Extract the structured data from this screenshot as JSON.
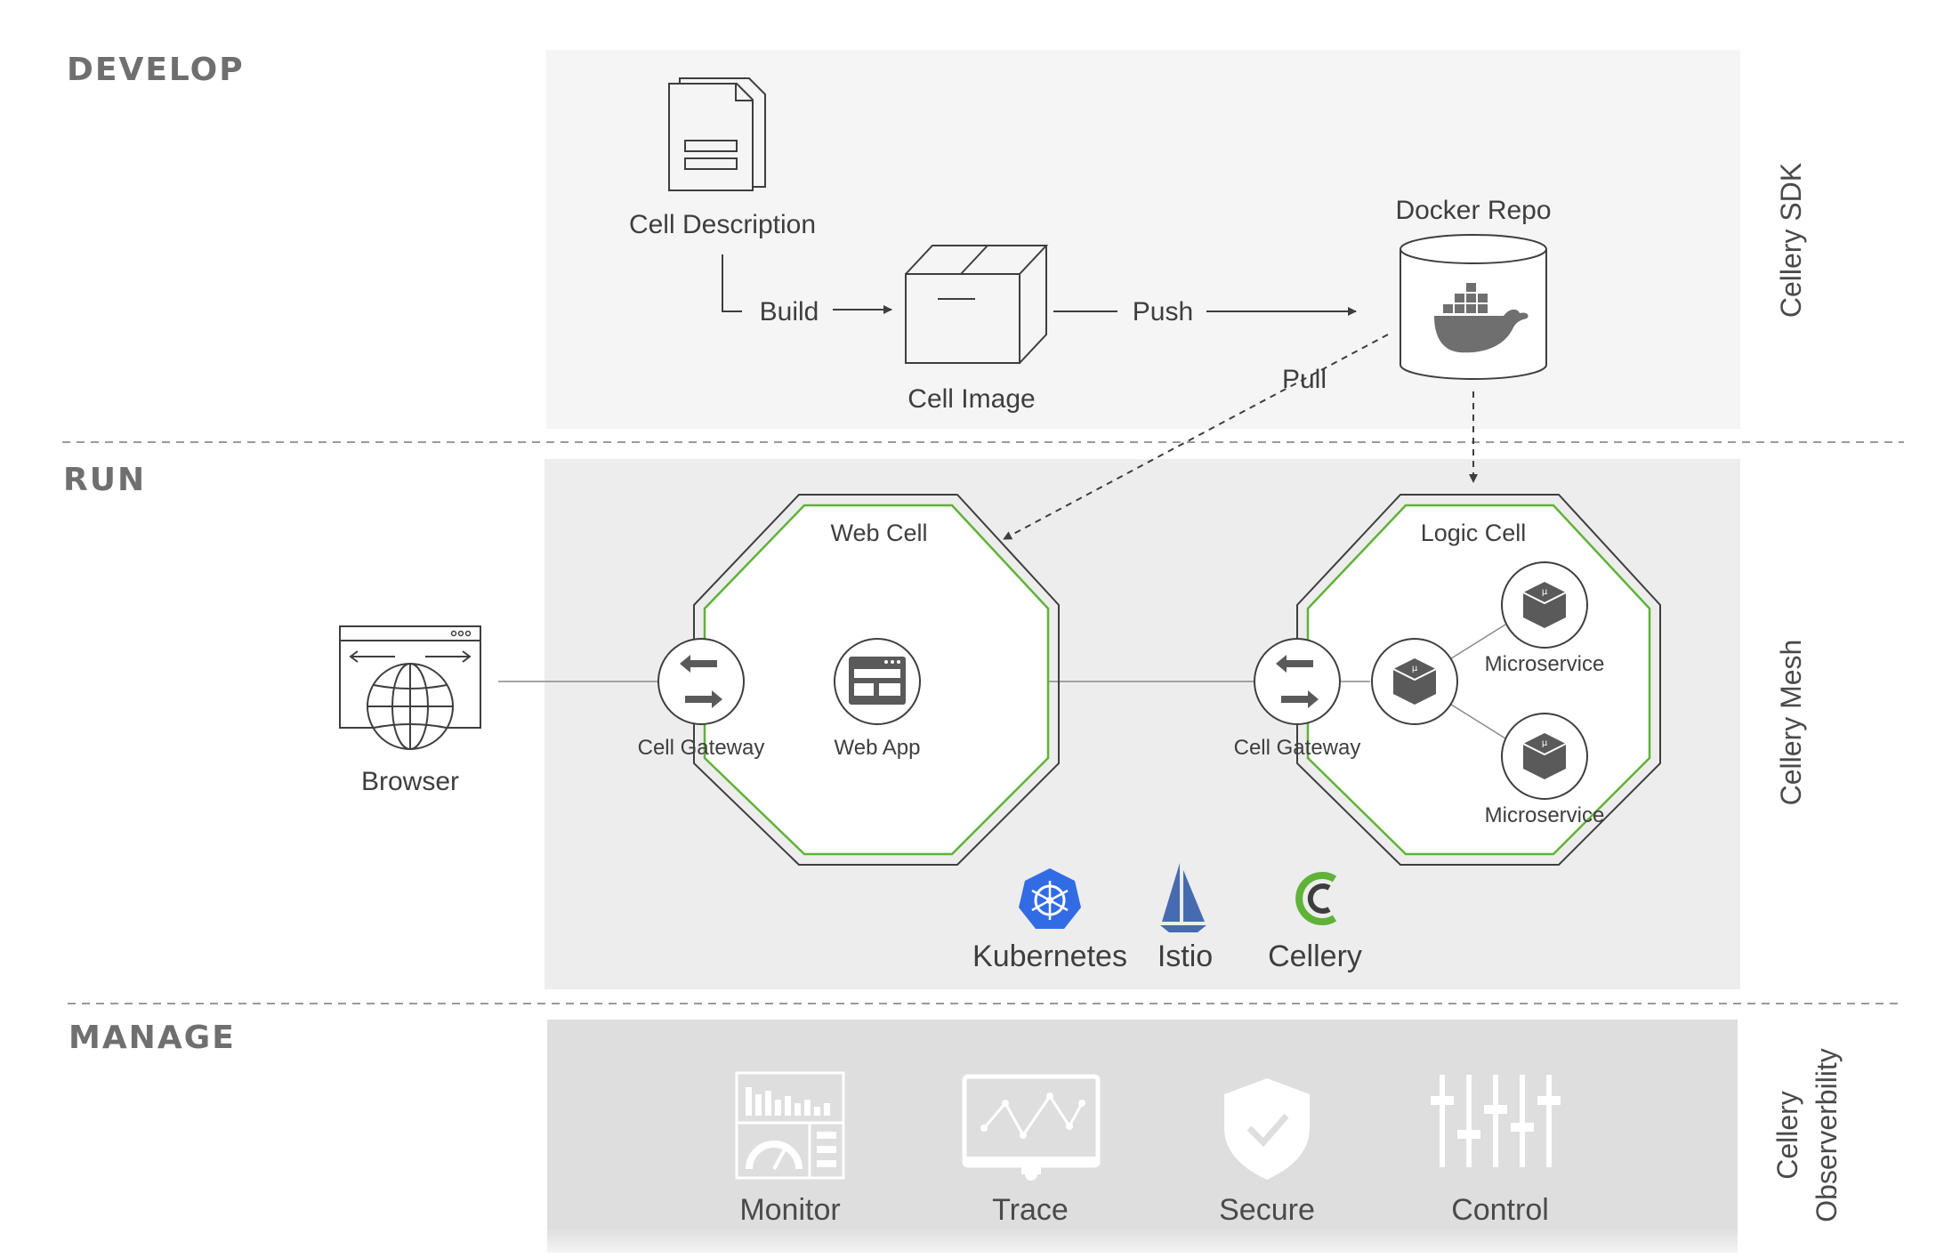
{
  "stages": {
    "develop": "DEVELOP",
    "run": "RUN",
    "manage": "MANAGE"
  },
  "side_labels": {
    "sdk": "Cellery SDK",
    "mesh": "Cellery Mesh",
    "observability_line1": "Cellery",
    "observability_line2": "Observerbility"
  },
  "develop": {
    "cell_description": "Cell Description",
    "build": "Build",
    "cell_image": "Cell Image",
    "push": "Push",
    "docker_repo": "Docker Repo",
    "pull": "Pull"
  },
  "run": {
    "browser": "Browser",
    "web_cell": "Web Cell",
    "logic_cell": "Logic Cell",
    "cell_gateway_web": "Cell Gateway",
    "web_app": "Web App",
    "cell_gateway_logic": "Cell Gateway",
    "microservice_top": "Microservice",
    "microservice_bottom": "Microservice",
    "logos": [
      "Kubernetes",
      "Istio",
      "Cellery"
    ]
  },
  "manage": {
    "items": [
      "Monitor",
      "Trace",
      "Secure",
      "Control"
    ]
  },
  "colors": {
    "cell_border_green": "#5fb336",
    "kubernetes_blue": "#326ce5",
    "istio_blue": "#466bb0",
    "cellery_green": "#5fb336",
    "panel_develop": "#f5f5f5",
    "panel_run": "#ededed",
    "panel_manage": "#dedede"
  }
}
